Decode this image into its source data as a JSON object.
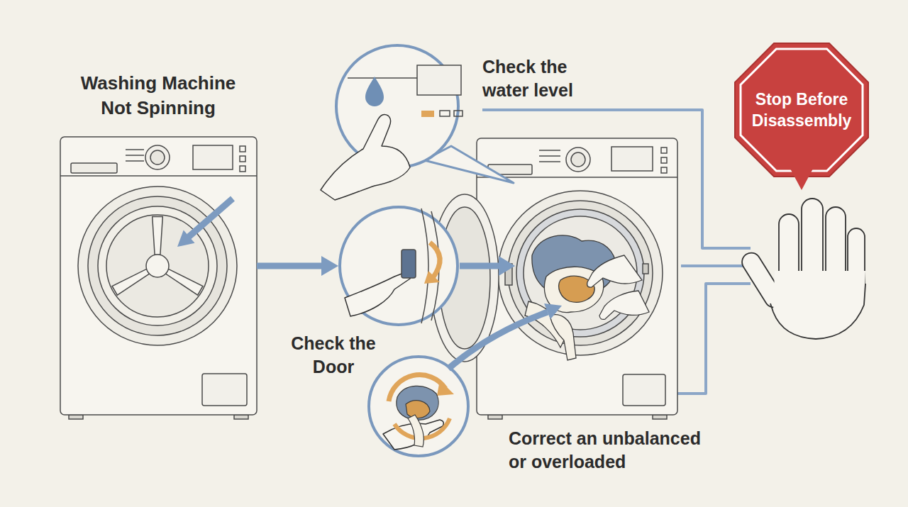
{
  "diagram": {
    "nodes": [
      {
        "text": [
          "Washing Machine Not Spinning"
        ]
      },
      {
        "text": [
          "Check the water level"
        ]
      },
      {
        "text": [
          "Check the Door"
        ]
      },
      {
        "text": [
          "Correct an unbalanced or overloaded"
        ]
      },
      {
        "text": [
          "Stop Before Disassembly"
        ]
      }
    ],
    "edges": [
      {
        "from": 0,
        "to": 2,
        "arrow": "to"
      }
    ]
  }
}
